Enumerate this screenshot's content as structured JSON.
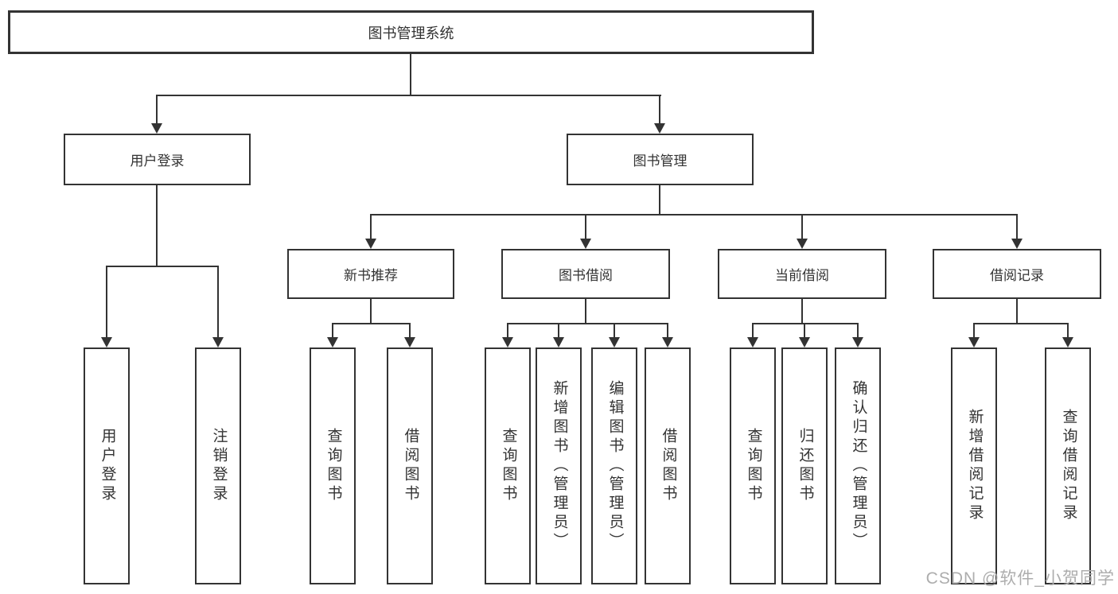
{
  "tree": {
    "label": "图书管理系统",
    "children": [
      {
        "label": "用户登录",
        "children": [
          {
            "label": "用户登录"
          },
          {
            "label": "注销登录"
          }
        ]
      },
      {
        "label": "图书管理",
        "children": [
          {
            "label": "新书推荐",
            "children": [
              {
                "label": "查询图书"
              },
              {
                "label": "借阅图书"
              }
            ]
          },
          {
            "label": "图书借阅",
            "children": [
              {
                "label": "查询图书"
              },
              {
                "label": "新增图书（管理员）"
              },
              {
                "label": "编辑图书（管理员）"
              },
              {
                "label": "借阅图书"
              }
            ]
          },
          {
            "label": "当前借阅",
            "children": [
              {
                "label": "查询图书"
              },
              {
                "label": "归还图书"
              },
              {
                "label": "确认归还（管理员）"
              }
            ]
          },
          {
            "label": "借阅记录",
            "children": [
              {
                "label": "新增借阅记录"
              },
              {
                "label": "查询借阅记录"
              }
            ]
          }
        ]
      }
    ]
  },
  "watermark": "CSDN @软件_小贺同学",
  "colors": {
    "line": "#333333",
    "text": "#333333",
    "background": "#ffffff",
    "watermark": "#adadad"
  }
}
